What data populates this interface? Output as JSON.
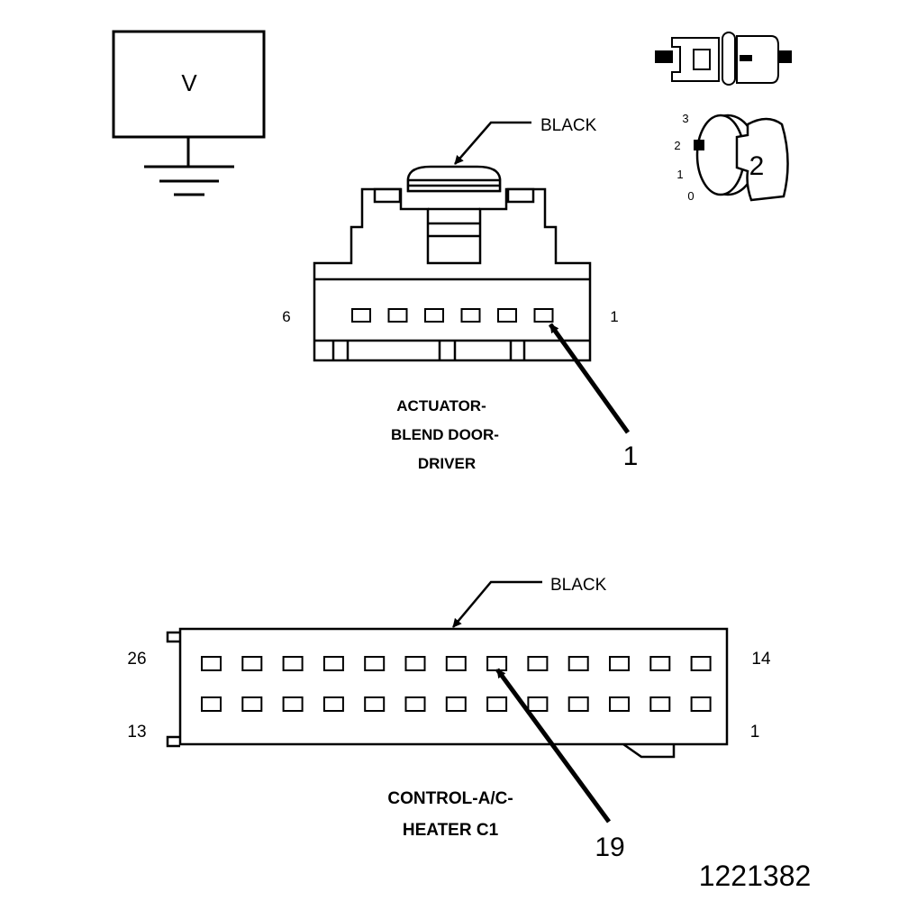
{
  "voltmeter": {
    "symbol": "V"
  },
  "key_switch": {
    "positions": [
      "3",
      "2",
      "1",
      "0"
    ],
    "selected": "2"
  },
  "connector_top": {
    "color_label": "BLACK",
    "pin_left": "6",
    "pin_right": "1",
    "name_lines": [
      "ACTUATOR-",
      "BLEND DOOR-",
      "DRIVER"
    ],
    "pin_callout": "1",
    "pin_count": 6
  },
  "connector_bottom": {
    "color_label": "BLACK",
    "pin_top_left": "26",
    "pin_top_right": "14",
    "pin_bottom_left": "13",
    "pin_bottom_right": "1",
    "name_lines": [
      "CONTROL-A/C-",
      "HEATER C1"
    ],
    "pin_callout": "19",
    "pins_per_row": 13
  },
  "figure_id": "1221382"
}
